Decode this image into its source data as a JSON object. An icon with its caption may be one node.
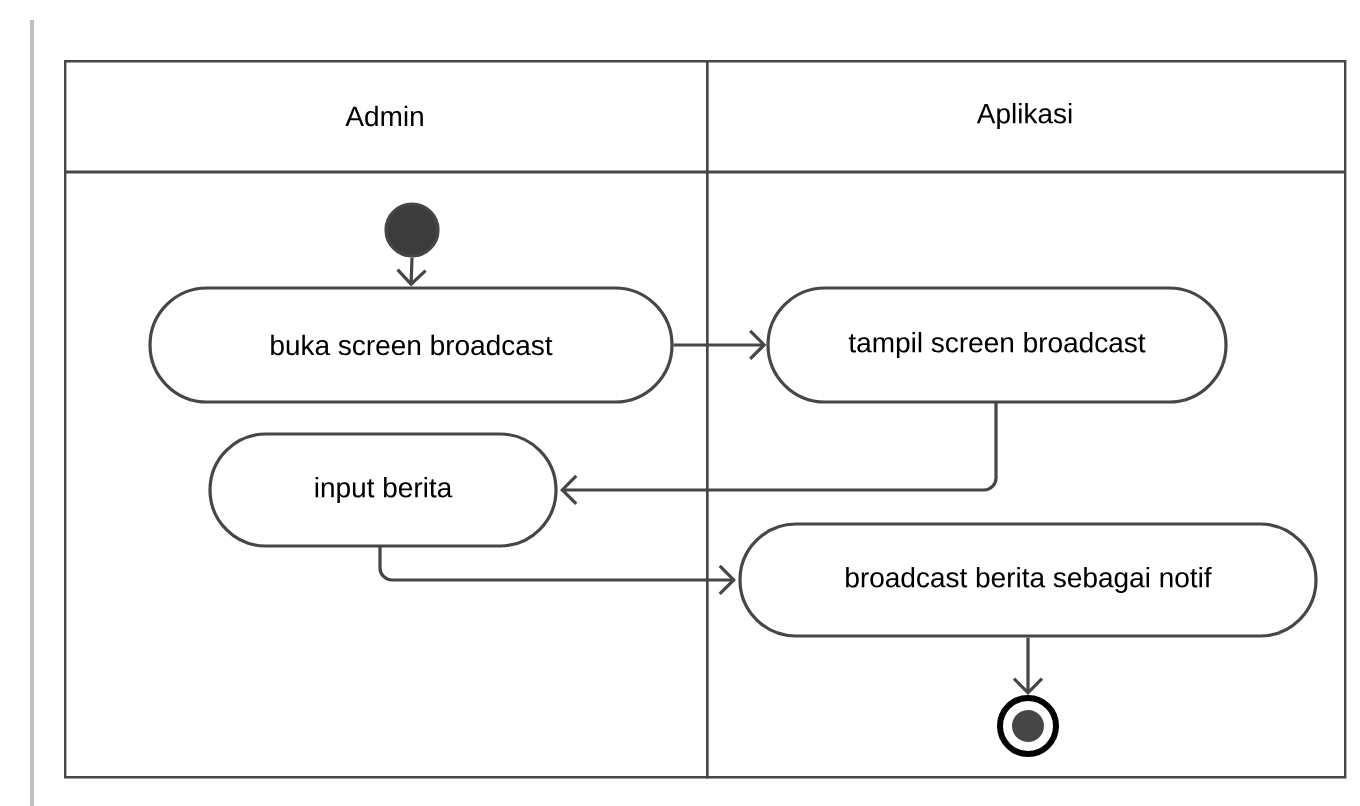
{
  "diagram": {
    "nodes": [
      {
        "text": [
          "Admin"
        ]
      },
      {
        "text": [
          "Aplikasi"
        ]
      },
      {
        "text": [],
        "shape": "circle",
        "in": 0
      },
      {
        "text": [
          "buka screen broadcast"
        ],
        "in": 0
      },
      {
        "text": [
          "tampil screen broadcast"
        ],
        "in": 1
      },
      {
        "text": [
          "input berita"
        ],
        "in": 0
      },
      {
        "text": [
          "broadcast berita sebagai notif"
        ],
        "in": 1
      },
      {
        "text": [],
        "shape": "circle",
        "in": 1
      }
    ],
    "edges": [
      {
        "from": 2,
        "to": 3,
        "arrow": "to"
      },
      {
        "from": 3,
        "to": 4,
        "arrow": "to"
      },
      {
        "from": 4,
        "to": 5,
        "arrow": "to"
      },
      {
        "from": 5,
        "to": 6,
        "arrow": "to"
      },
      {
        "from": 6,
        "to": 7,
        "arrow": "to"
      }
    ]
  }
}
